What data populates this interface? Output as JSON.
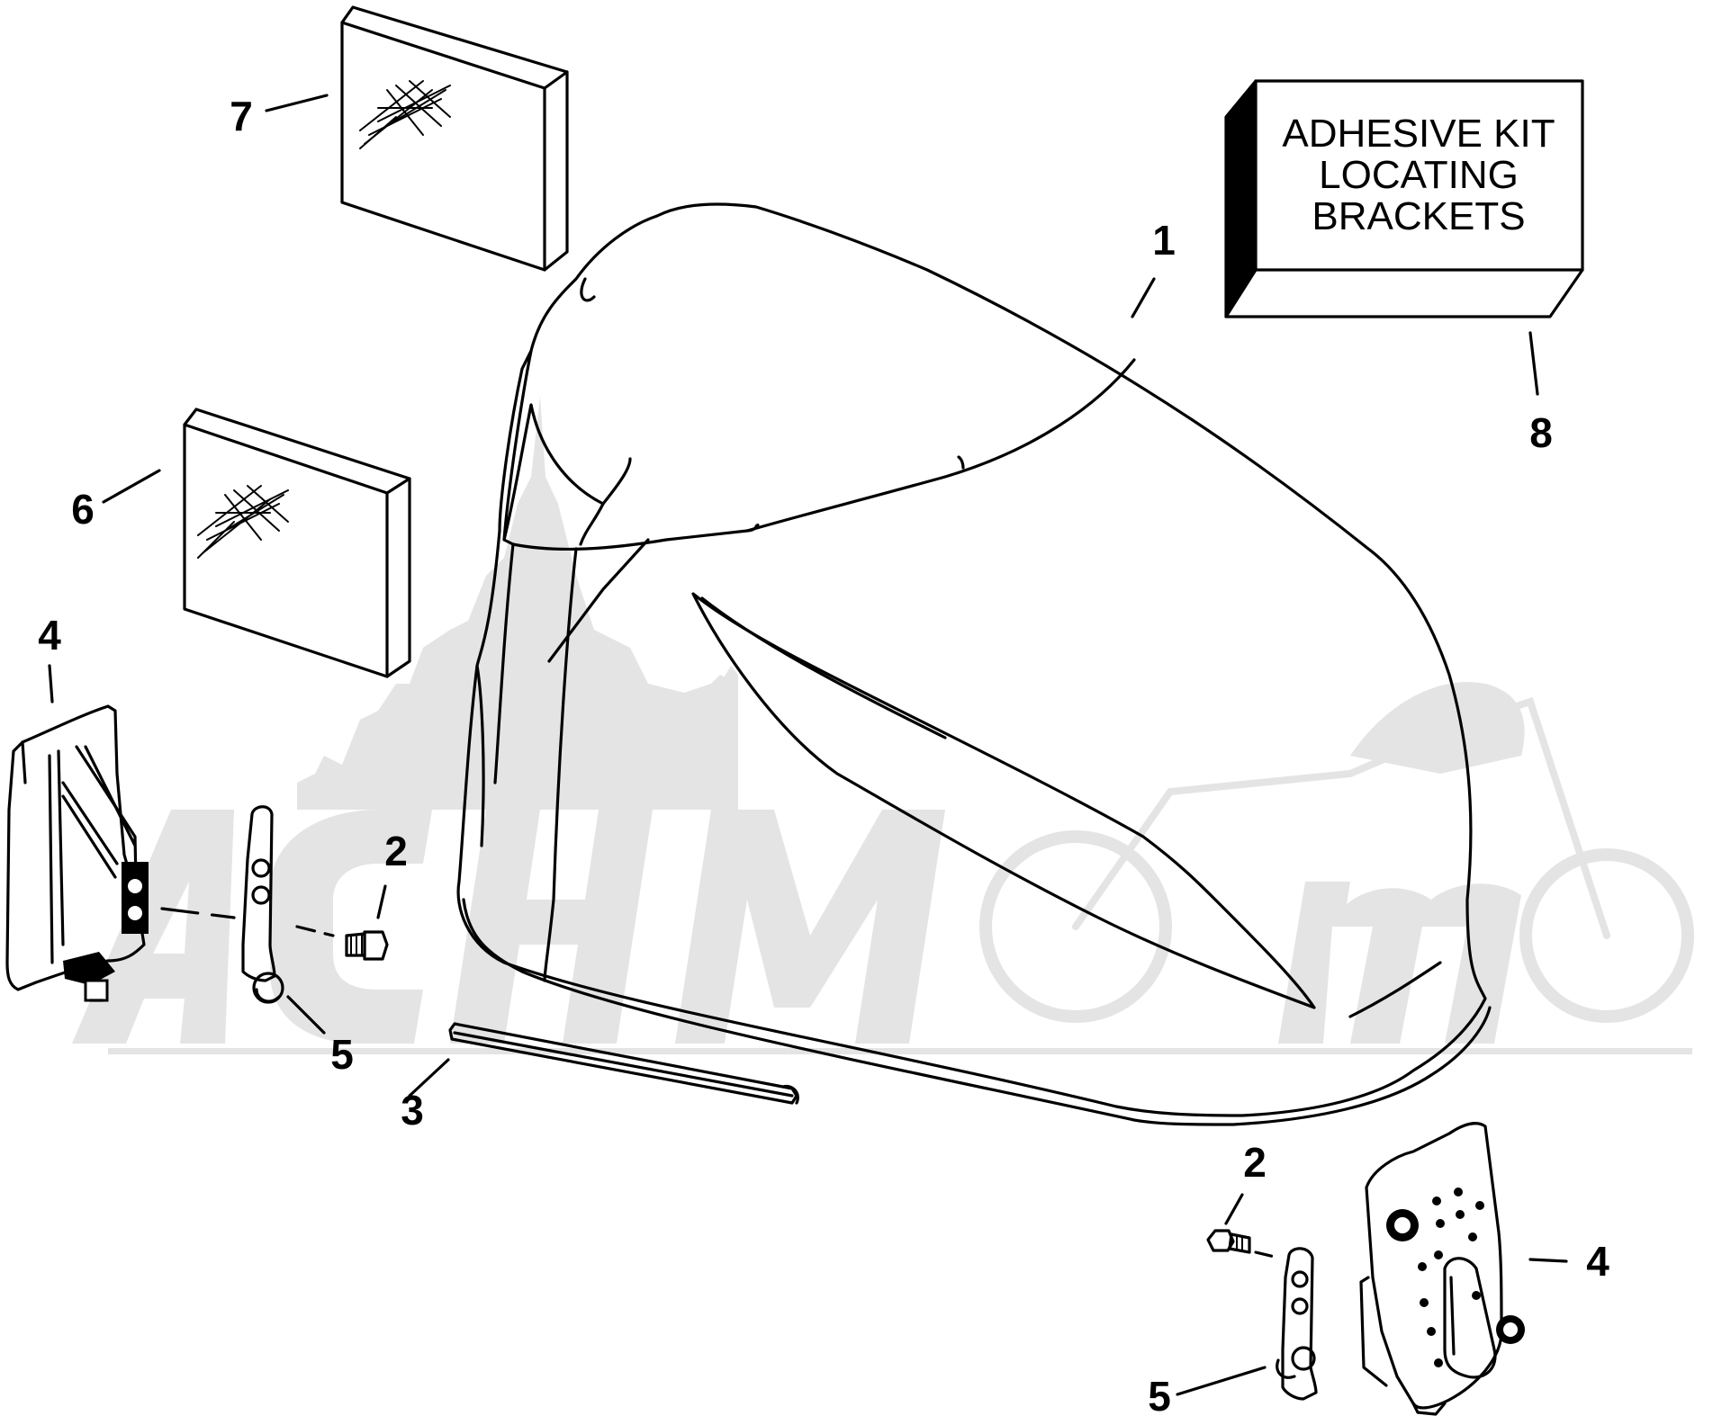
{
  "kit_label": {
    "line1": "ADHESIVE KIT",
    "line2": "LOCATING",
    "line3": "BRACKETS"
  },
  "callouts": [
    {
      "id": "callout-1",
      "text": "1"
    },
    {
      "id": "callout-2-upper",
      "text": "2"
    },
    {
      "id": "callout-2-lower",
      "text": "2"
    },
    {
      "id": "callout-3",
      "text": "3"
    },
    {
      "id": "callout-4-left",
      "text": "4"
    },
    {
      "id": "callout-4-right",
      "text": "4"
    },
    {
      "id": "callout-5-upper",
      "text": "5"
    },
    {
      "id": "callout-5-lower",
      "text": "5"
    },
    {
      "id": "callout-6",
      "text": "6"
    },
    {
      "id": "callout-7",
      "text": "7"
    },
    {
      "id": "callout-8",
      "text": "8"
    }
  ],
  "colors": {
    "line": "#000000",
    "background": "#ffffff",
    "watermark": "#e4e4e4"
  }
}
